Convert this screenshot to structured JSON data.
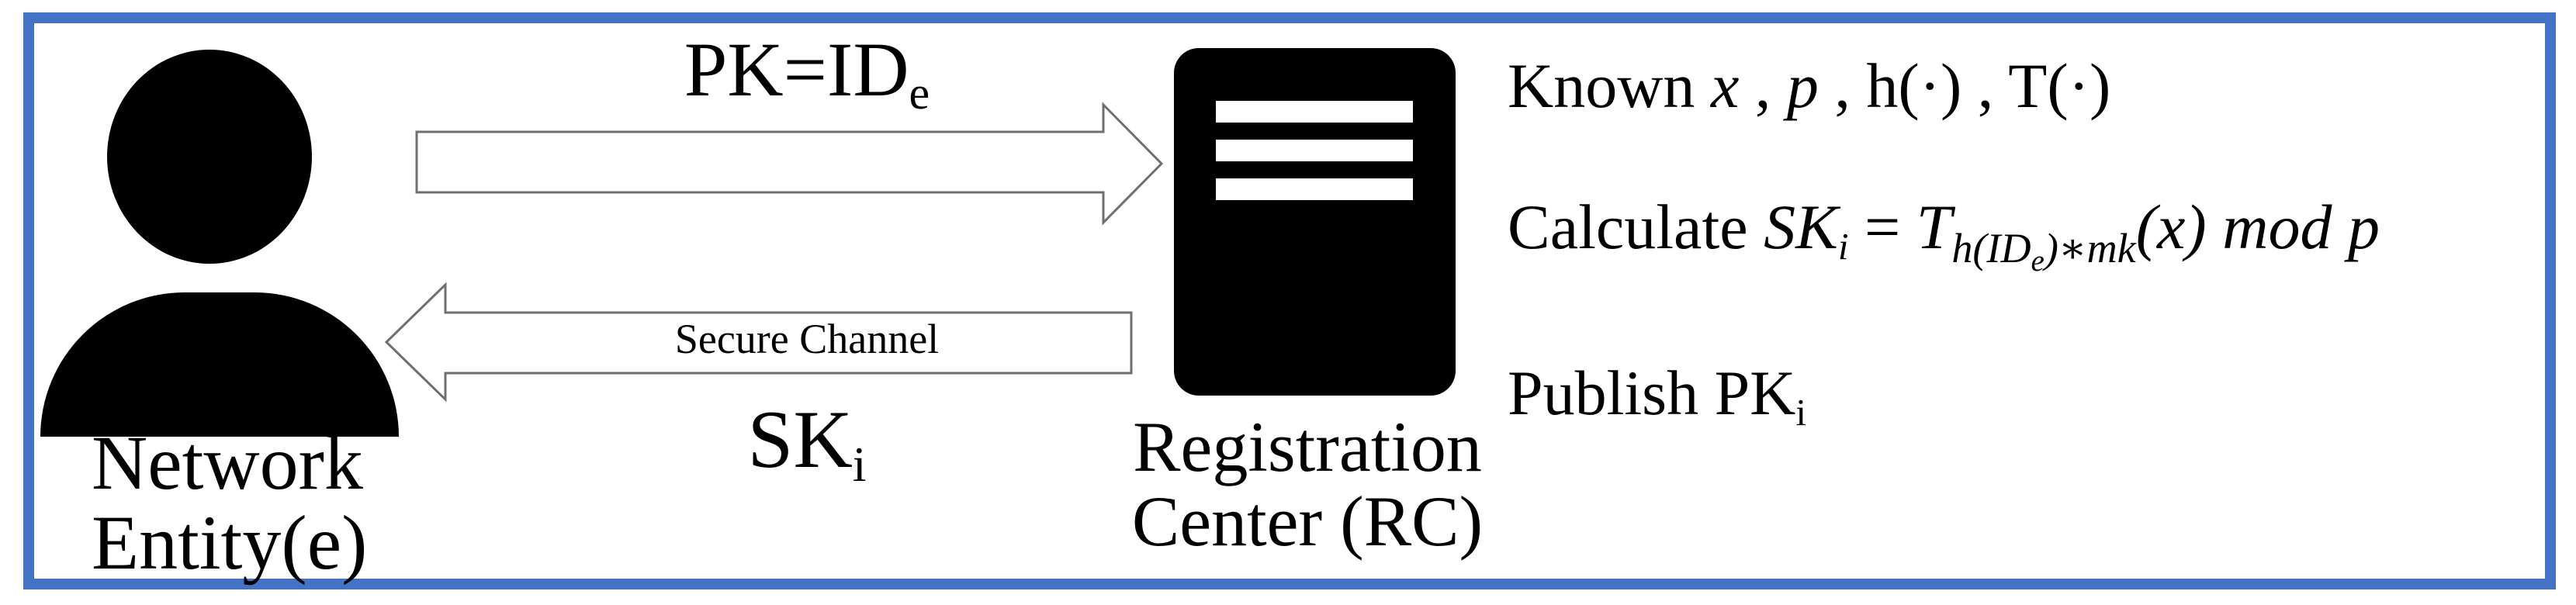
{
  "diagram": {
    "border_color": "#4472C4",
    "entity": {
      "line1": "Network",
      "line2": "Entity(e)"
    },
    "pk_arrow": {
      "label": "PK=ID",
      "label_sub": "e"
    },
    "sk_arrow": {
      "channel": "Secure Channel",
      "key": "SK",
      "key_sub": "i"
    },
    "server": {
      "line1": "Registration",
      "line2": "Center (RC)"
    },
    "rc_notes": {
      "known": {
        "prefix": "Known ",
        "x": "x",
        "sep1": " , ",
        "p": "p",
        "rest": " , h(·) , T(·)"
      },
      "calculate": {
        "prefix": "Calculate ",
        "sk": "SK",
        "sk_sub": "i",
        "eq": " = ",
        "t": "T",
        "t_sub_head": "h(ID",
        "t_sub_e": "e",
        "t_sub_tail": ")∗mk",
        "tail": "(x) mod p"
      },
      "publish": {
        "main": "Publish PK",
        "sub": "i"
      }
    }
  }
}
